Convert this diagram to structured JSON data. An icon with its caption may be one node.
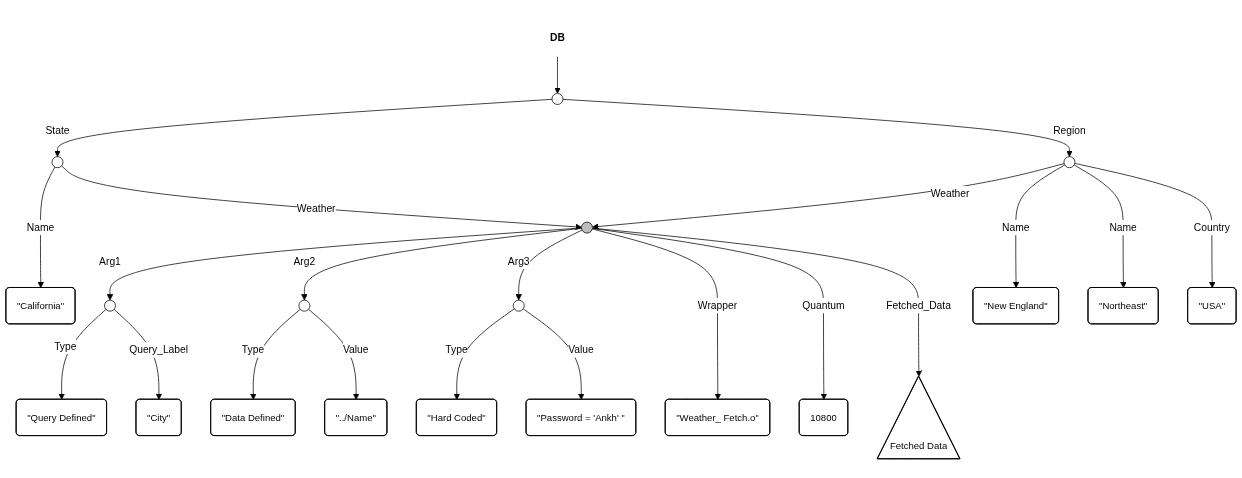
{
  "diagram": {
    "nodes": [
      {
        "text": [
          "DB"
        ]
      },
      {
        "text": [],
        "shape": "circle"
      },
      {
        "text": [],
        "shape": "circle"
      },
      {
        "text": [],
        "shape": "circle"
      },
      {
        "text": [
          "\"California\""
        ]
      },
      {
        "text": [],
        "shape": "circle"
      },
      {
        "text": [
          "\"New England\""
        ]
      },
      {
        "text": [
          "\"Northeast\""
        ]
      },
      {
        "text": [
          "\"USA\""
        ]
      },
      {
        "text": [],
        "shape": "circle"
      },
      {
        "text": [],
        "shape": "circle"
      },
      {
        "text": [],
        "shape": "circle"
      },
      {
        "text": [
          "\"Weather_ Fetch.o\""
        ]
      },
      {
        "text": [
          "10800"
        ]
      },
      {
        "text": [
          "Fetched Data"
        ]
      },
      {
        "text": [
          "\"Query Defined\""
        ]
      },
      {
        "text": [
          "\"City\""
        ]
      },
      {
        "text": [
          "\"Data Defined\""
        ]
      },
      {
        "text": [
          "\"../Name\""
        ]
      },
      {
        "text": [
          "\"Hard Coded\""
        ]
      },
      {
        "text": [
          "\"Password = 'Ankh' \""
        ]
      }
    ],
    "edges": [
      {
        "from": 0,
        "to": 1,
        "arrow": "to"
      },
      {
        "from": 1,
        "to": 2,
        "label": "State",
        "arrow": "to"
      },
      {
        "from": 1,
        "to": 3,
        "label": "Region",
        "arrow": "to"
      },
      {
        "from": 2,
        "to": 4,
        "label": "Name",
        "arrow": "to"
      },
      {
        "from": 2,
        "to": 5,
        "label": "Weather",
        "arrow": "to"
      },
      {
        "from": 3,
        "to": 5,
        "label": "Weather",
        "arrow": "to"
      },
      {
        "from": 3,
        "to": 6,
        "label": "Name",
        "arrow": "to"
      },
      {
        "from": 3,
        "to": 7,
        "label": "Name",
        "arrow": "to"
      },
      {
        "from": 3,
        "to": 8,
        "label": "Country",
        "arrow": "to"
      },
      {
        "from": 5,
        "to": 9,
        "label": "Arg1",
        "arrow": "to"
      },
      {
        "from": 5,
        "to": 10,
        "label": "Arg2",
        "arrow": "to"
      },
      {
        "from": 5,
        "to": 11,
        "label": "Arg3",
        "arrow": "to"
      },
      {
        "from": 5,
        "to": 12,
        "label": "Wrapper",
        "arrow": "to"
      },
      {
        "from": 5,
        "to": 13,
        "label": "Quantum",
        "arrow": "to"
      },
      {
        "from": 5,
        "to": 14,
        "label": "Fetched_Data",
        "arrow": "to"
      },
      {
        "from": 9,
        "to": 15,
        "label": "Type",
        "arrow": "to"
      },
      {
        "from": 9,
        "to": 16,
        "label": "Query_Label",
        "arrow": "to"
      },
      {
        "from": 10,
        "to": 17,
        "label": "Type",
        "arrow": "to"
      },
      {
        "from": 10,
        "to": 18,
        "label": "Value",
        "arrow": "to"
      },
      {
        "from": 11,
        "to": 19,
        "label": "Type",
        "arrow": "to"
      },
      {
        "from": 11,
        "to": 20,
        "label": "Value",
        "arrow": "to"
      }
    ]
  }
}
